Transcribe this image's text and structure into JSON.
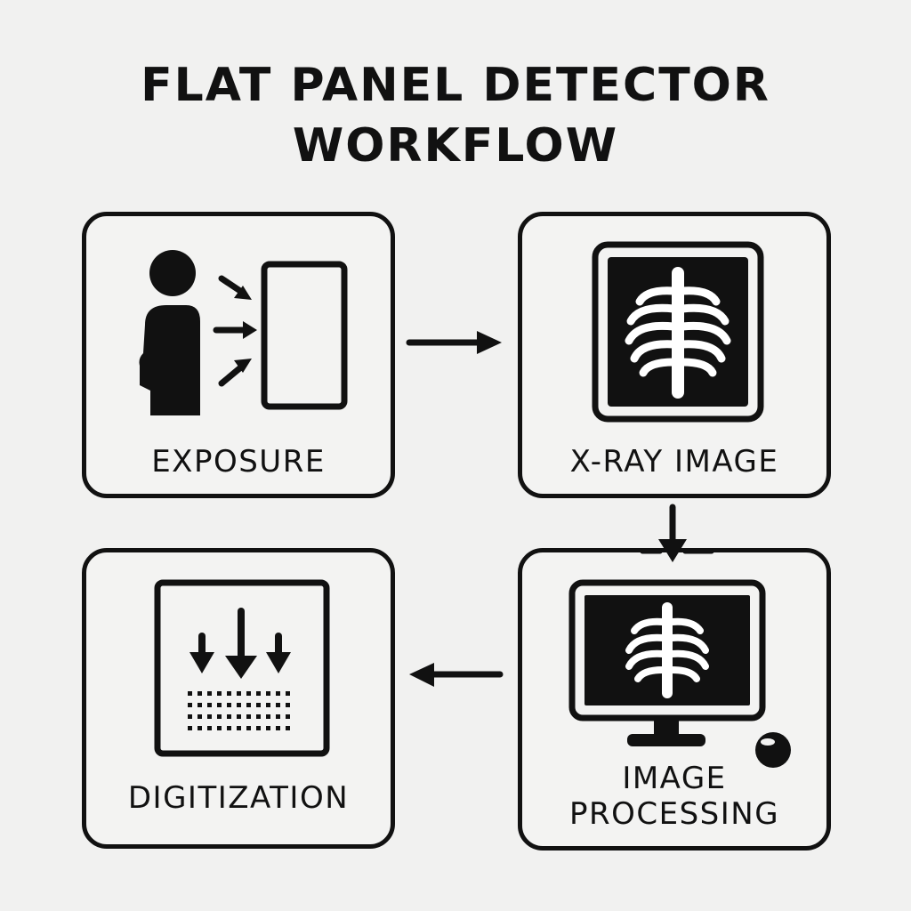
{
  "title": {
    "line1": "FLAT PANEL DETECTOR",
    "line2": "WORKFLOW"
  },
  "steps": {
    "exposure": {
      "label": "EXPOSURE",
      "icon": "person-xray-panel-icon"
    },
    "xray_image": {
      "label": "X-RAY IMAGE",
      "icon": "chest-xray-film-icon"
    },
    "image_processing": {
      "label_line1": "IMAGE",
      "label_line2": "PROCESSING",
      "icon": "monitor-chest-xray-icon"
    },
    "digitization": {
      "label": "DIGITIZATION",
      "icon": "arrows-pixel-grid-icon"
    }
  },
  "colors": {
    "ink": "#111111",
    "background": "#f1f1f0"
  }
}
